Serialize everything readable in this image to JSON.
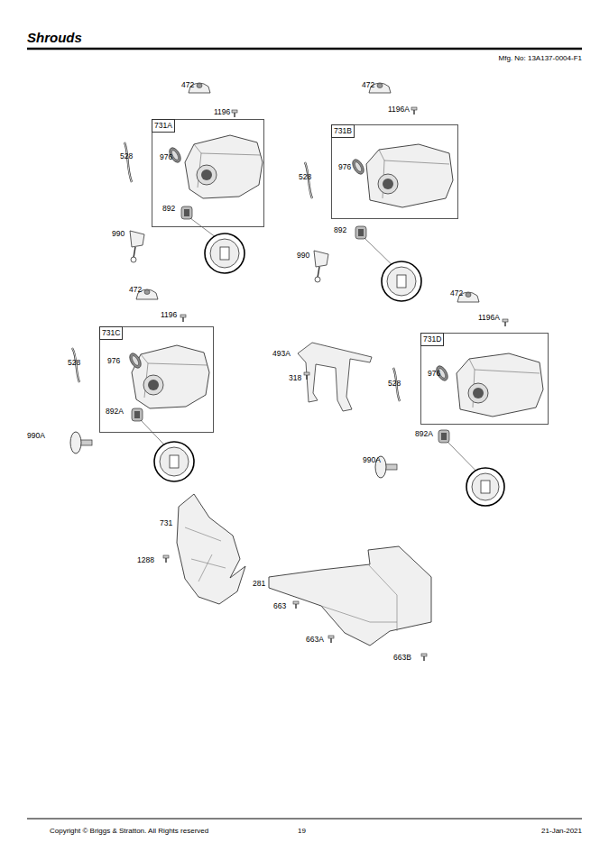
{
  "diagram": {
    "title": "Shrouds",
    "nodes": [
      {
        "text": [
          "731A",
          "976",
          "892"
        ]
      },
      {
        "text": [
          "731B",
          "976"
        ]
      },
      {
        "text": [
          "731C",
          "976",
          "892A"
        ]
      },
      {
        "text": [
          "731D",
          "976"
        ]
      }
    ],
    "labels": [
      "Mfg. No: 13A137-0004-F1",
      "472",
      "1196",
      "528",
      "990",
      "472",
      "1196A",
      "528",
      "892",
      "990",
      "472",
      "1196",
      "528",
      "990A",
      "493A",
      "318",
      "472",
      "1196A",
      "528",
      "892A",
      "990A",
      "731",
      "1288",
      "281",
      "663",
      "663A",
      "663B",
      "Copyright © Briggs & Stratton. All Rights reserved",
      "19",
      "21-Jan-2021"
    ]
  }
}
